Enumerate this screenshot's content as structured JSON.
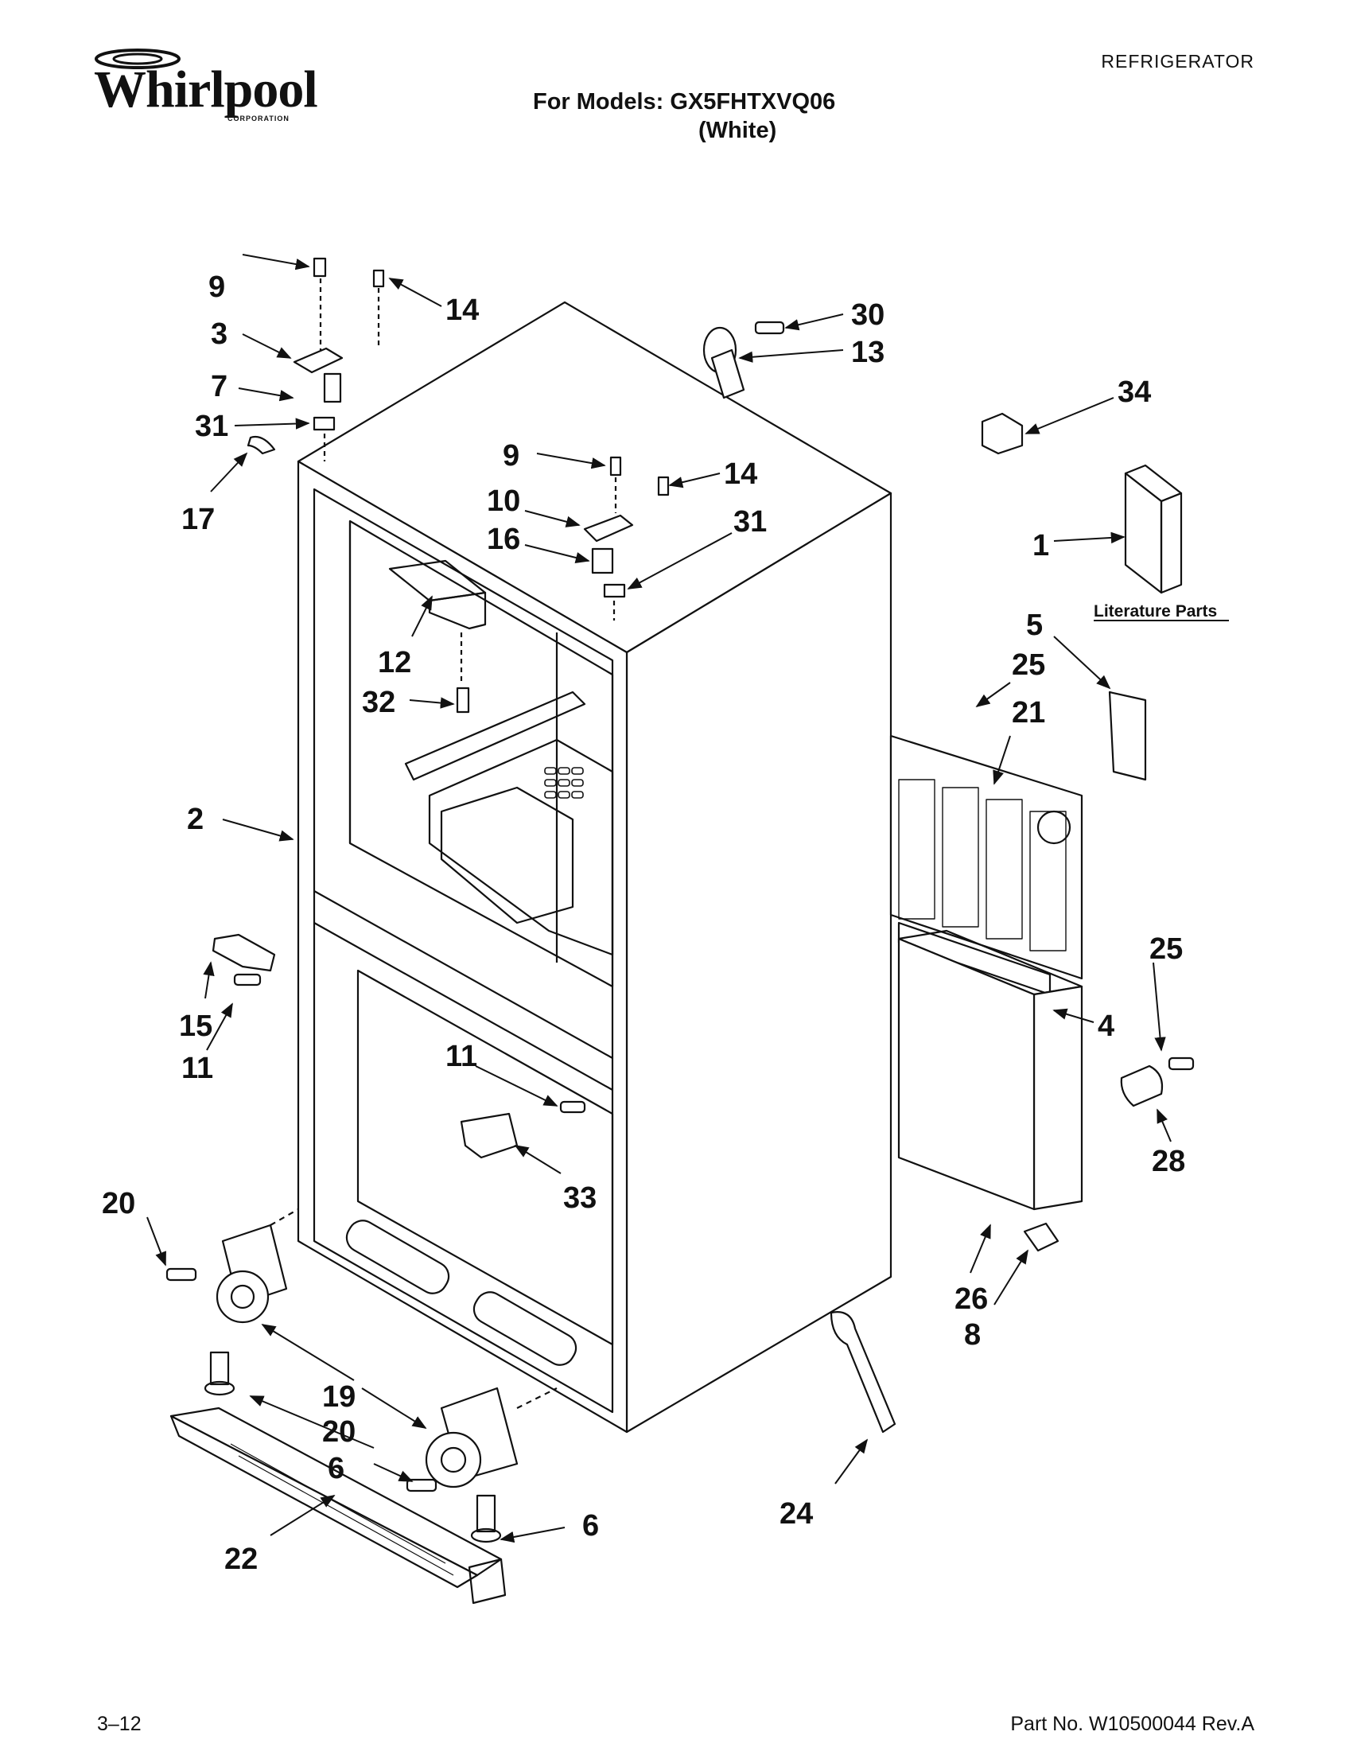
{
  "header": {
    "brand": "Whirlpool",
    "brand_sub": "CORPORATION",
    "category": "REFRIGERATOR",
    "models_line": "For Models: GX5FHTXVQ06",
    "color_line": "(White)"
  },
  "literature_label": "Literature Parts",
  "callouts": {
    "c9a": "9",
    "c14a": "14",
    "c3": "3",
    "c7": "7",
    "c31a": "31",
    "c17": "17",
    "c30": "30",
    "c13": "13",
    "c34": "34",
    "c9b": "9",
    "c14b": "14",
    "c10": "10",
    "c16": "16",
    "c31b": "31",
    "c1": "1",
    "c12": "12",
    "c32": "32",
    "c5": "5",
    "c25a": "25",
    "c21": "21",
    "c2": "2",
    "c15": "15",
    "c11a": "11",
    "c11b": "11",
    "c25b": "25",
    "c4": "4",
    "c28": "28",
    "c33": "33",
    "c20a": "20",
    "c26": "26",
    "c8": "8",
    "c19": "19",
    "c20b": "20",
    "c6a": "6",
    "c6b": "6",
    "c24": "24",
    "c22": "22"
  },
  "footer": {
    "page": "3–12",
    "part_number": "Part No. W10500044 Rev.A"
  }
}
